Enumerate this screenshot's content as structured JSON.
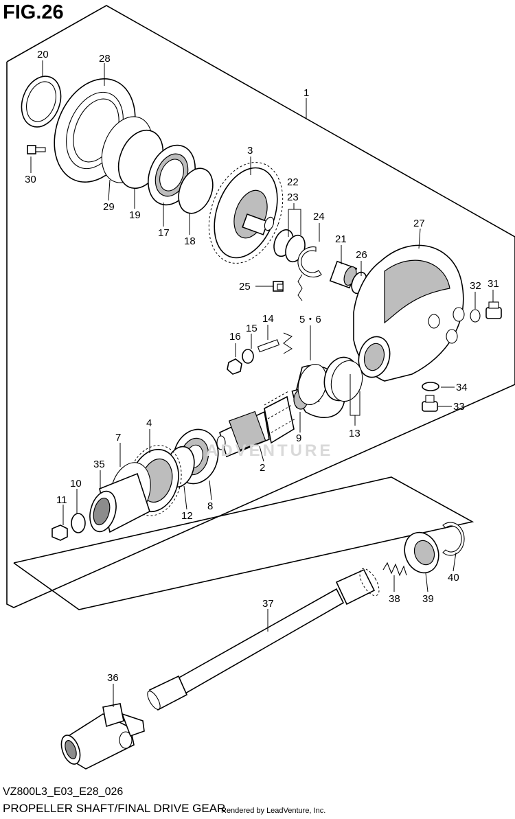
{
  "figure": {
    "title": "FIG.26",
    "code": "VZ800L3_E03_E28_026",
    "caption": "PROPELLER SHAFT/FINAL DRIVE GEAR",
    "rendered_by": "Rendered by LeadVenture, Inc.",
    "watermark": "ADVENTURE"
  },
  "callouts": [
    "20",
    "28",
    "30",
    "29",
    "19",
    "17",
    "18",
    "3",
    "22",
    "23",
    "24",
    "21",
    "26",
    "27",
    "1",
    "32",
    "31",
    "25",
    "14",
    "16",
    "15",
    "5・6",
    "34",
    "33",
    "9",
    "13",
    "4",
    "7",
    "35",
    "10",
    "11",
    "12",
    "8",
    "2",
    "37",
    "36",
    "38",
    "39",
    "40"
  ]
}
